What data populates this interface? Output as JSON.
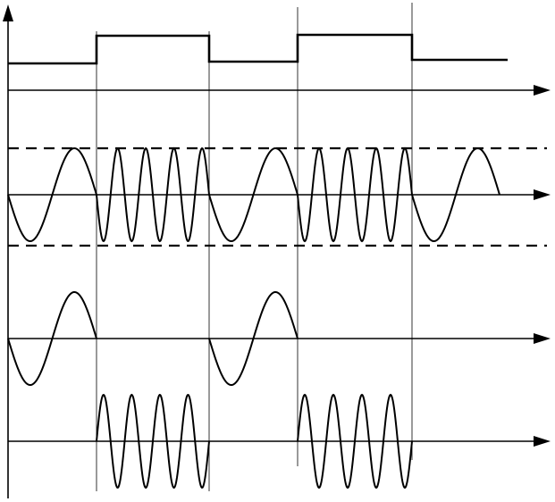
{
  "diagram": {
    "kind": "binary FSK modulation waveform diagram",
    "bits": [
      0,
      1,
      0,
      1,
      0
    ],
    "signals": [
      {
        "name": "digital-baseband-signal",
        "type": "square"
      },
      {
        "name": "fsk-modulated-signal",
        "type": "sine",
        "low_freq_cycles_per_bit": 1,
        "high_freq_cycles_per_bit": 4
      },
      {
        "name": "low-frequency-component",
        "type": "sine",
        "active_on_bit": 0,
        "cycles_per_bit": 1
      },
      {
        "name": "high-frequency-component",
        "type": "sine",
        "active_on_bit": 1,
        "cycles_per_bit": 4
      }
    ],
    "amplitude_bounds": "dashed",
    "colors": {
      "stroke": "#000000",
      "background": "#ffffff"
    }
  }
}
